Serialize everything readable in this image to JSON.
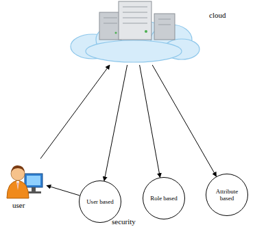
{
  "diagram": {
    "nodes": [
      {
        "text": [
          "cloud"
        ]
      },
      {
        "text": [
          "user"
        ]
      },
      {
        "text": [
          "User based"
        ]
      },
      {
        "text": [
          "Role based"
        ]
      },
      {
        "text": [
          "Attribute based"
        ]
      }
    ],
    "edges": [
      {
        "from": 1,
        "to": 0,
        "arrow": "to"
      },
      {
        "from": 0,
        "to": 2,
        "arrow": "to"
      },
      {
        "from": 0,
        "to": 3,
        "arrow": "to"
      },
      {
        "from": 0,
        "to": 4,
        "arrow": "to"
      },
      {
        "from": 2,
        "to": 1,
        "arrow": "to"
      }
    ],
    "labels": [
      "security"
    ]
  }
}
